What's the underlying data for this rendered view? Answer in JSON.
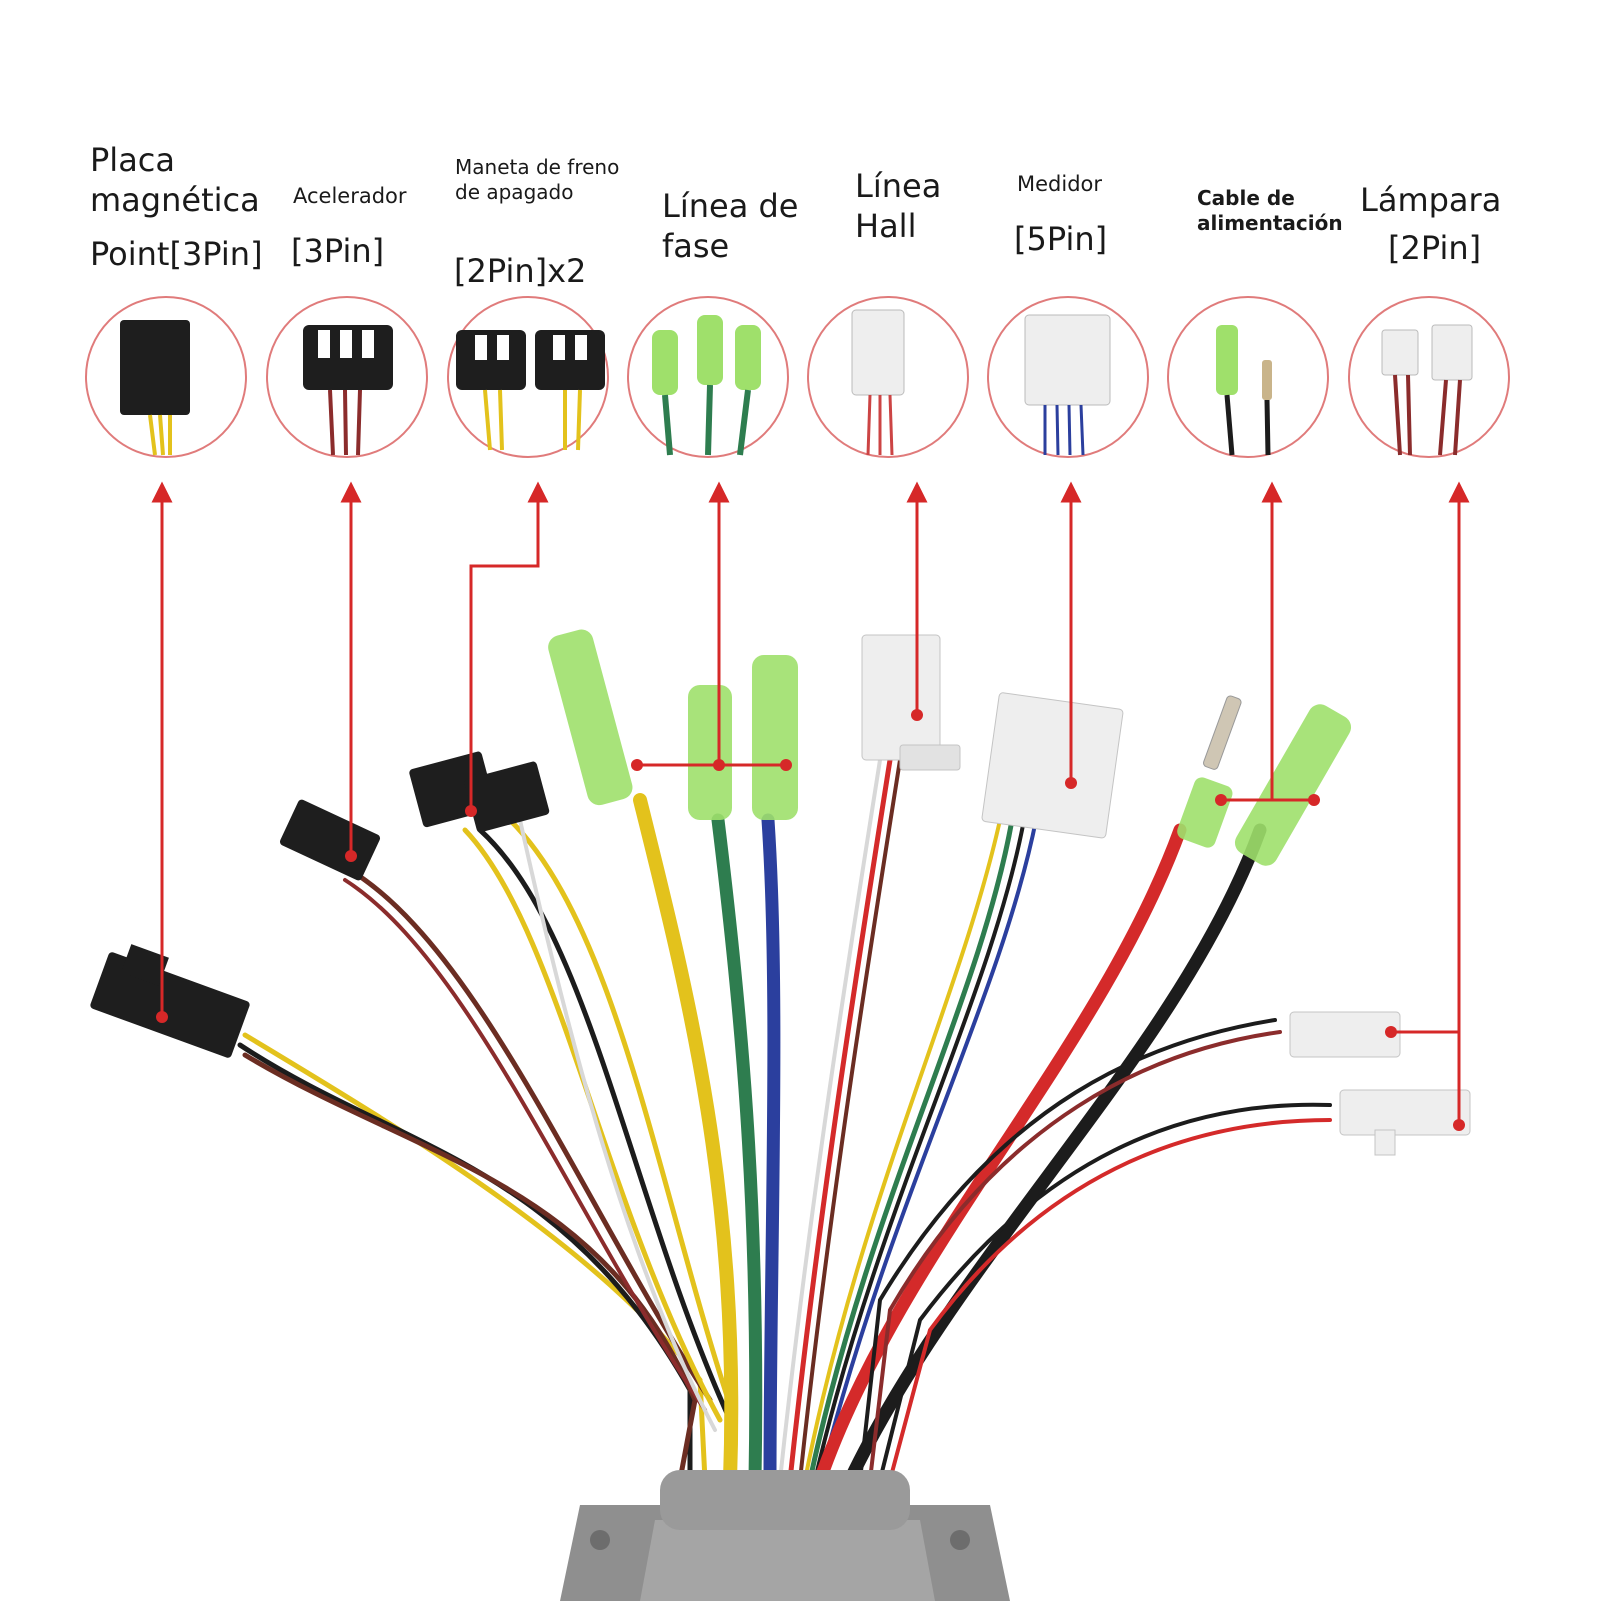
{
  "labels": [
    {
      "title_lines": [
        "Placa",
        "magnética"
      ],
      "pin": "Point[3Pin]"
    },
    {
      "title_lines": [
        "Acelerador"
      ],
      "pin": "[3Pin]"
    },
    {
      "title_lines": [
        "Maneta de freno",
        "de apagado"
      ],
      "pin": "[2Pin]x2"
    },
    {
      "title_lines": [
        "Línea de",
        "fase"
      ],
      "pin": ""
    },
    {
      "title_lines": [
        "Línea",
        "Hall"
      ],
      "pin": ""
    },
    {
      "title_lines": [
        "Medidor"
      ],
      "pin": "[5Pin]"
    },
    {
      "title_lines": [
        "Cable de",
        "alimentación"
      ],
      "pin": ""
    },
    {
      "title_lines": [
        "Lámpara"
      ],
      "pin": "[2Pin]"
    }
  ],
  "colors": {
    "accent": "#d62828",
    "circle": "#e07b7b",
    "wire_yellow": "#e3c21c",
    "wire_green": "#2e7d4f",
    "wire_blue": "#2b3f9e",
    "wire_red": "#d42a2a",
    "wire_black": "#1c1c1c",
    "wire_brown": "#6b2d22",
    "connector_black": "#1e1e1e",
    "connector_green": "#9fe06b",
    "connector_white": "#eeeeee",
    "controller_gray": "#8f8f8f"
  }
}
